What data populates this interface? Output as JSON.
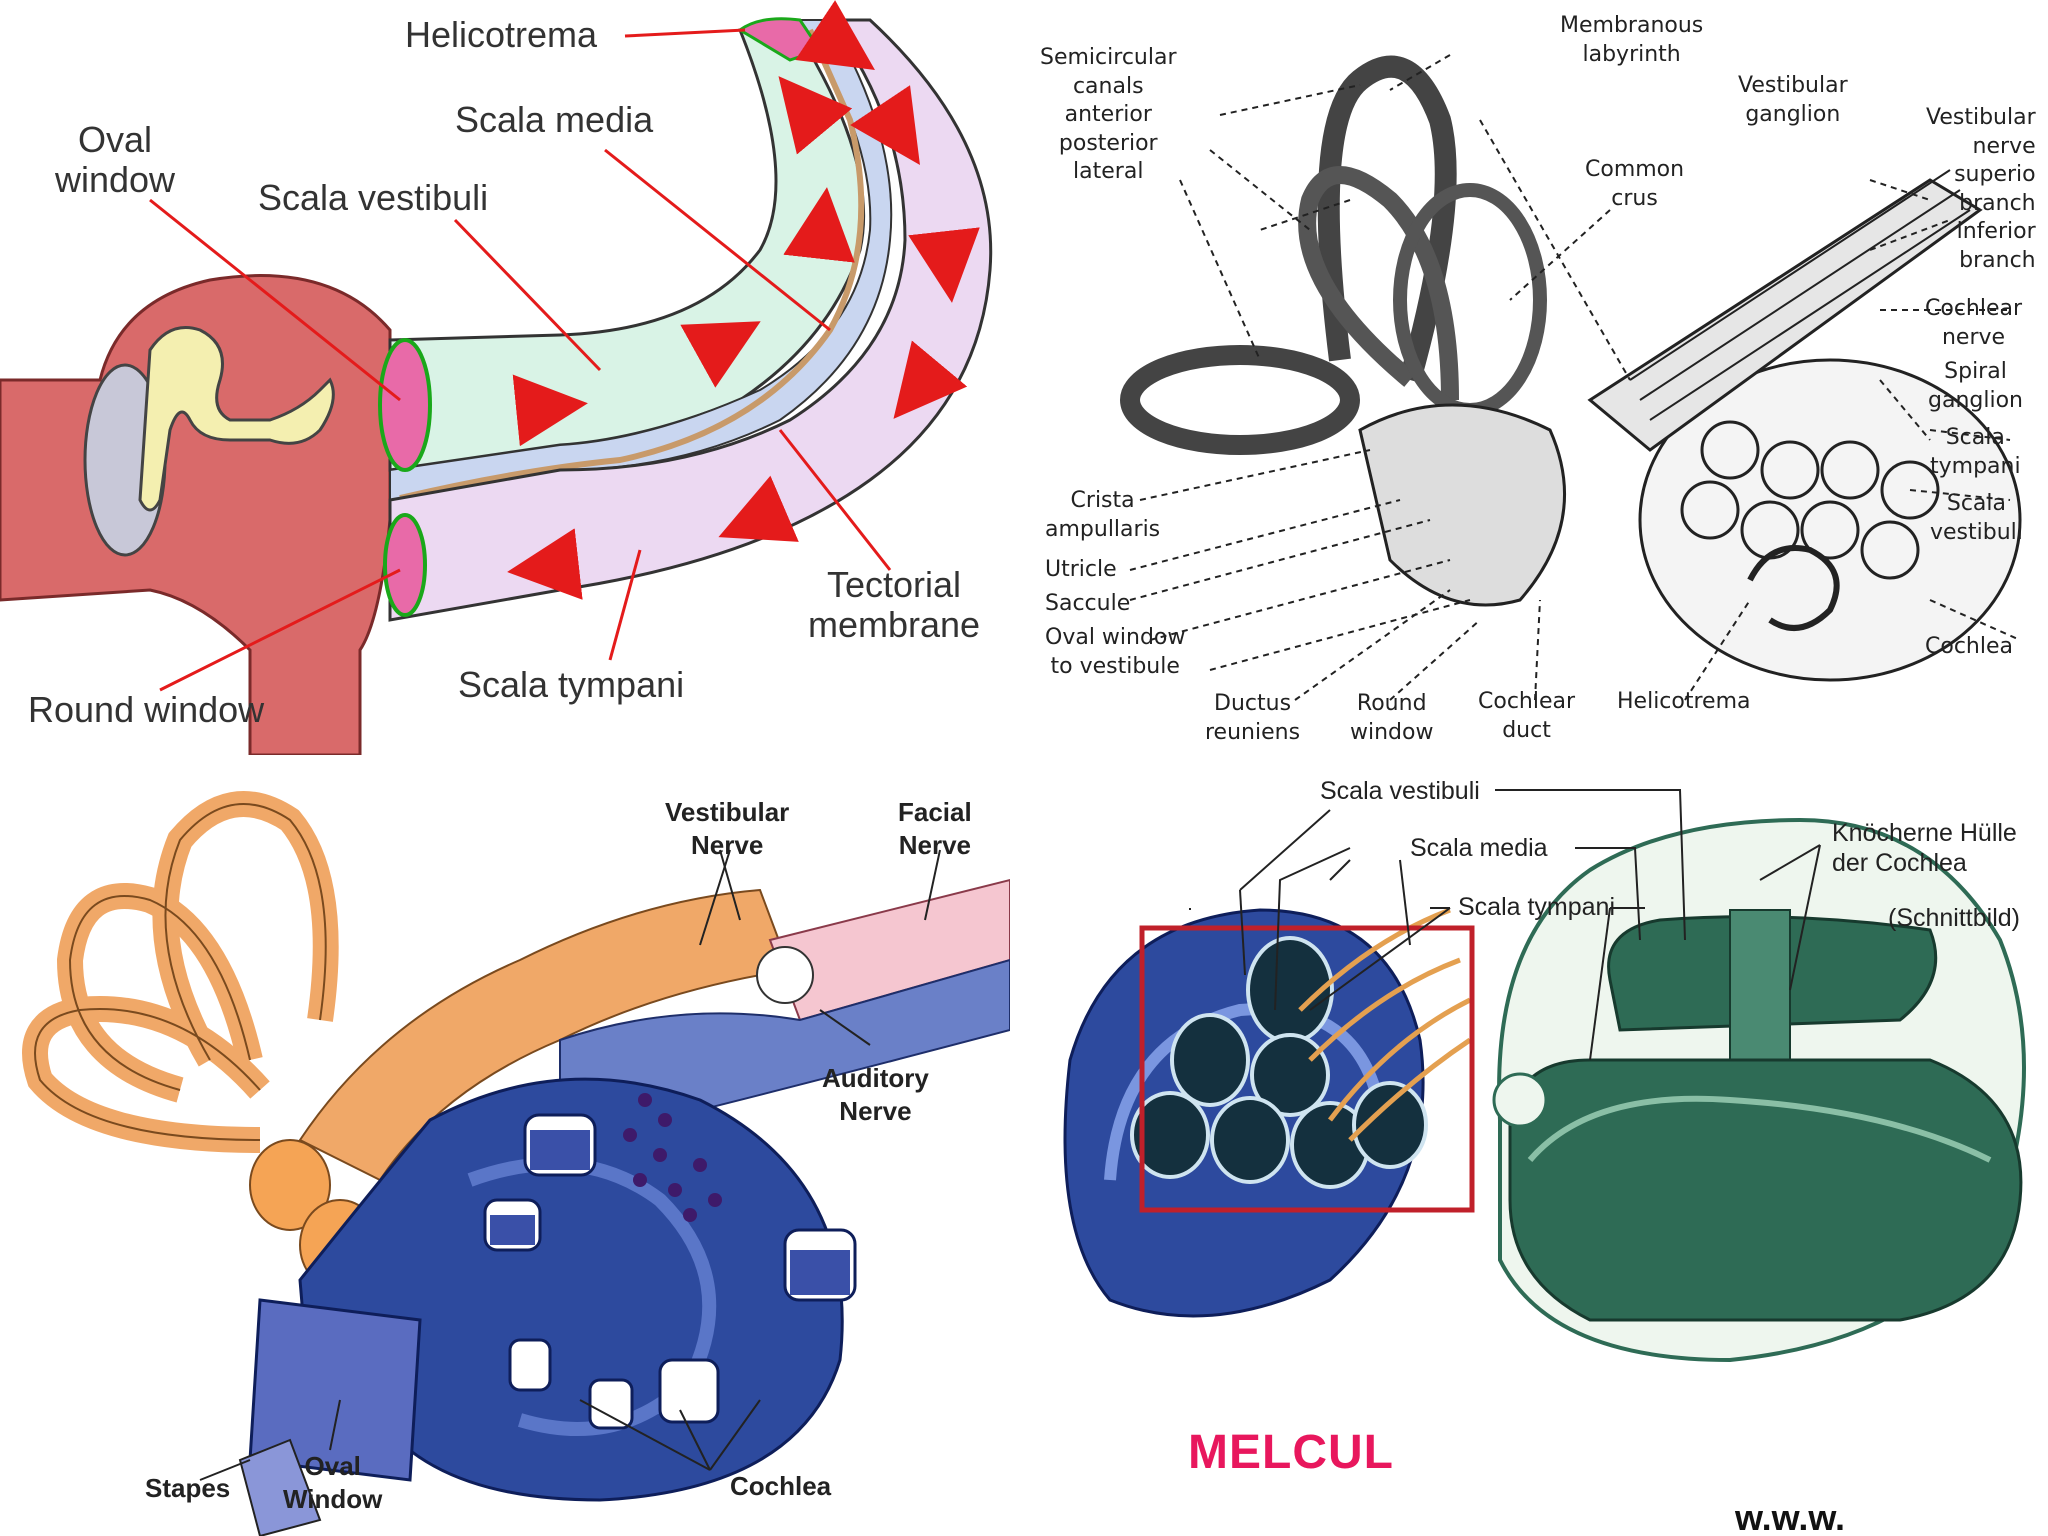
{
  "panel_cochlea_uncoiled": {
    "labels": {
      "helicotrema": "Helicotrema",
      "scala_media": "Scala media",
      "oval_window": "Oval\nwindow",
      "scala_vestibuli": "Scala vestibuli",
      "tectorial_membrane": "Tectorial\nmembrane",
      "scala_tympani": "Scala tympani",
      "round_window": "Round window"
    }
  },
  "panel_labyrinth_sketch": {
    "labels": {
      "membranous_labyrinth": "Membranous\nlabyrinth",
      "semicircular_canals": "Semicircular\ncanals\nanterior\nposterior\nlateral",
      "vestibular_ganglion": "Vestibular\nganglion",
      "vestibular_nerve": "Vestibular\nnerve\nsuperio\nbranch\ninferior\nbranch",
      "common_crus": "Common\ncrus",
      "cochlear_nerve": "Cochlear\nnerve",
      "spiral_ganglion": "Spiral\nganglion",
      "scala_tympani": "Scala\ntympani",
      "scala_vestibuli": "Scala\nvestibuli",
      "cochlea": "Cochlea",
      "crista_ampullaris": "Crista\nampullaris",
      "utricle": "Utricle",
      "saccule": "Saccule",
      "oval_window": "Oval window\nto vestibule",
      "ductus_reuniens": "Ductus\nreuniens",
      "round_window": "Round\nwindow",
      "cochlear_duct": "Cochlear\nduct",
      "helicotrema": "Helicotrema"
    }
  },
  "panel_inner_ear_colored": {
    "labels": {
      "vestibular_nerve": "Vestibular\nNerve",
      "facial_nerve": "Facial\nNerve",
      "auditory_nerve": "Auditory\nNerve",
      "stapes": "Stapes",
      "oval_window": "Oval\nWindow",
      "cochlea": "Cochlea"
    }
  },
  "panel_cochlea_section": {
    "labels": {
      "scala_vestibuli": "Scala vestibuli",
      "scala_media": "Scala media",
      "scala_tympani": "Scala tympani",
      "knocherne_hulle": "Knöcherne Hülle\nder Cochlea",
      "schnittbild": "(Schnittbild)"
    }
  },
  "watermark": {
    "text": "MELCUL",
    "color": "#e8175d"
  },
  "footer": {
    "text": "w.w.w."
  },
  "colors": {
    "scala_vestibuli_fill": "#d9f3e6",
    "scala_tympani_fill": "#ecd9f2",
    "middle_ear_fill": "#d96a6a",
    "arrow": "#e41b1b",
    "nerve_orange": "#f0a868",
    "cochlea_blue": "#2d4a9e",
    "section_green": "#2e6b55"
  }
}
